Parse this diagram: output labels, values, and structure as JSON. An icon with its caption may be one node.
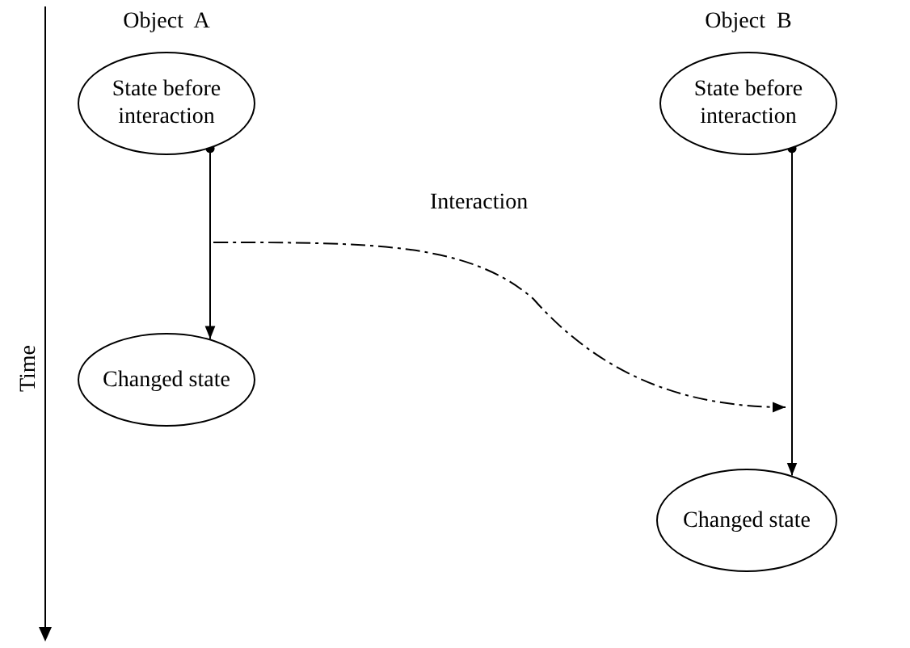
{
  "diagram": {
    "nodes": [
      {
        "text": [
          "Object  A",
          "State before interaction"
        ]
      },
      {
        "text": [
          "Changed state"
        ]
      },
      {
        "text": [
          "Object  B",
          "State before interaction"
        ]
      },
      {
        "text": [
          "Changed state"
        ]
      }
    ],
    "edges": [
      {
        "from": 0,
        "to": 1,
        "arrow": "to"
      },
      {
        "from": 2,
        "to": 3,
        "arrow": "to"
      }
    ],
    "labels": [
      "Interaction",
      "Time"
    ]
  }
}
